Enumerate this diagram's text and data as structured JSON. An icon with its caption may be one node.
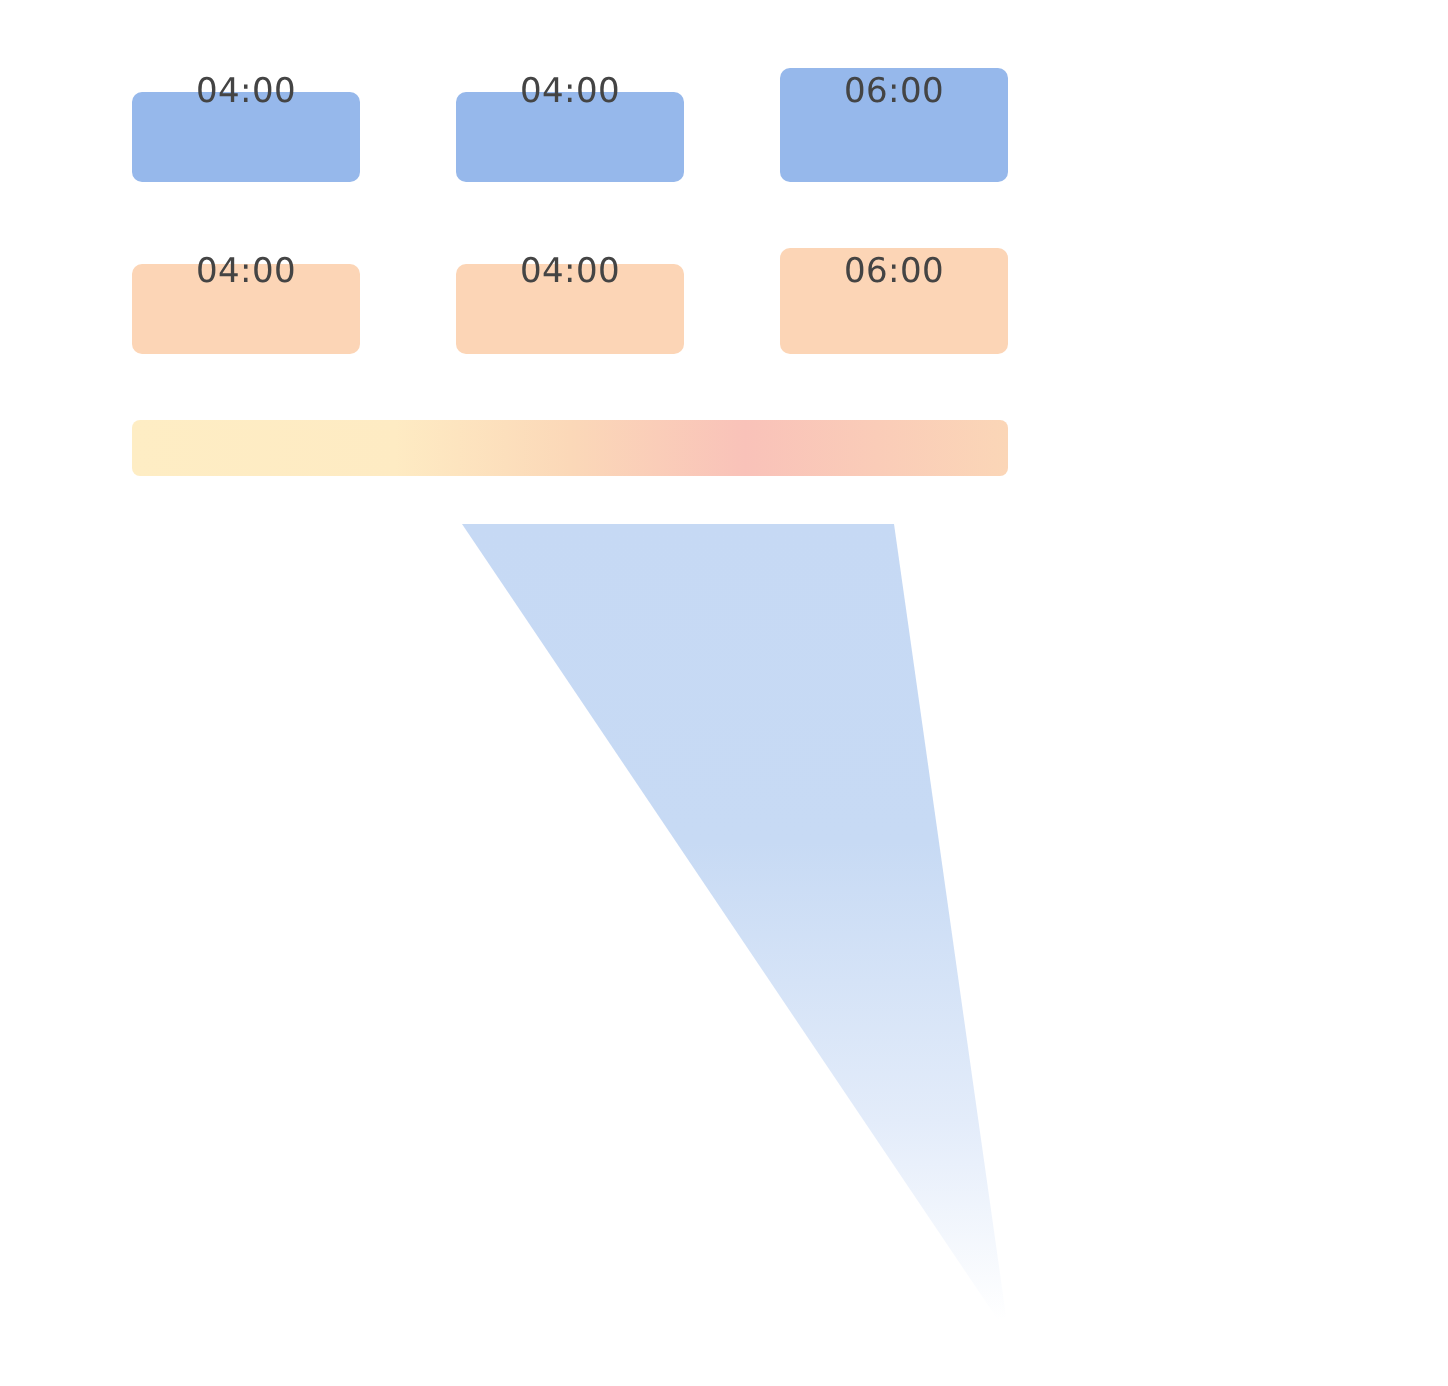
{
  "diagram": {
    "nodes": [
      {
        "text": [
          "04:00"
        ]
      },
      {
        "text": [
          "04:00"
        ]
      },
      {
        "text": [
          "06:00"
        ]
      },
      {
        "text": [
          "04:00"
        ]
      },
      {
        "text": [
          "04:00"
        ]
      },
      {
        "text": [
          "06:00"
        ]
      },
      {
        "text": [],
        "shape": "bar"
      }
    ]
  }
}
